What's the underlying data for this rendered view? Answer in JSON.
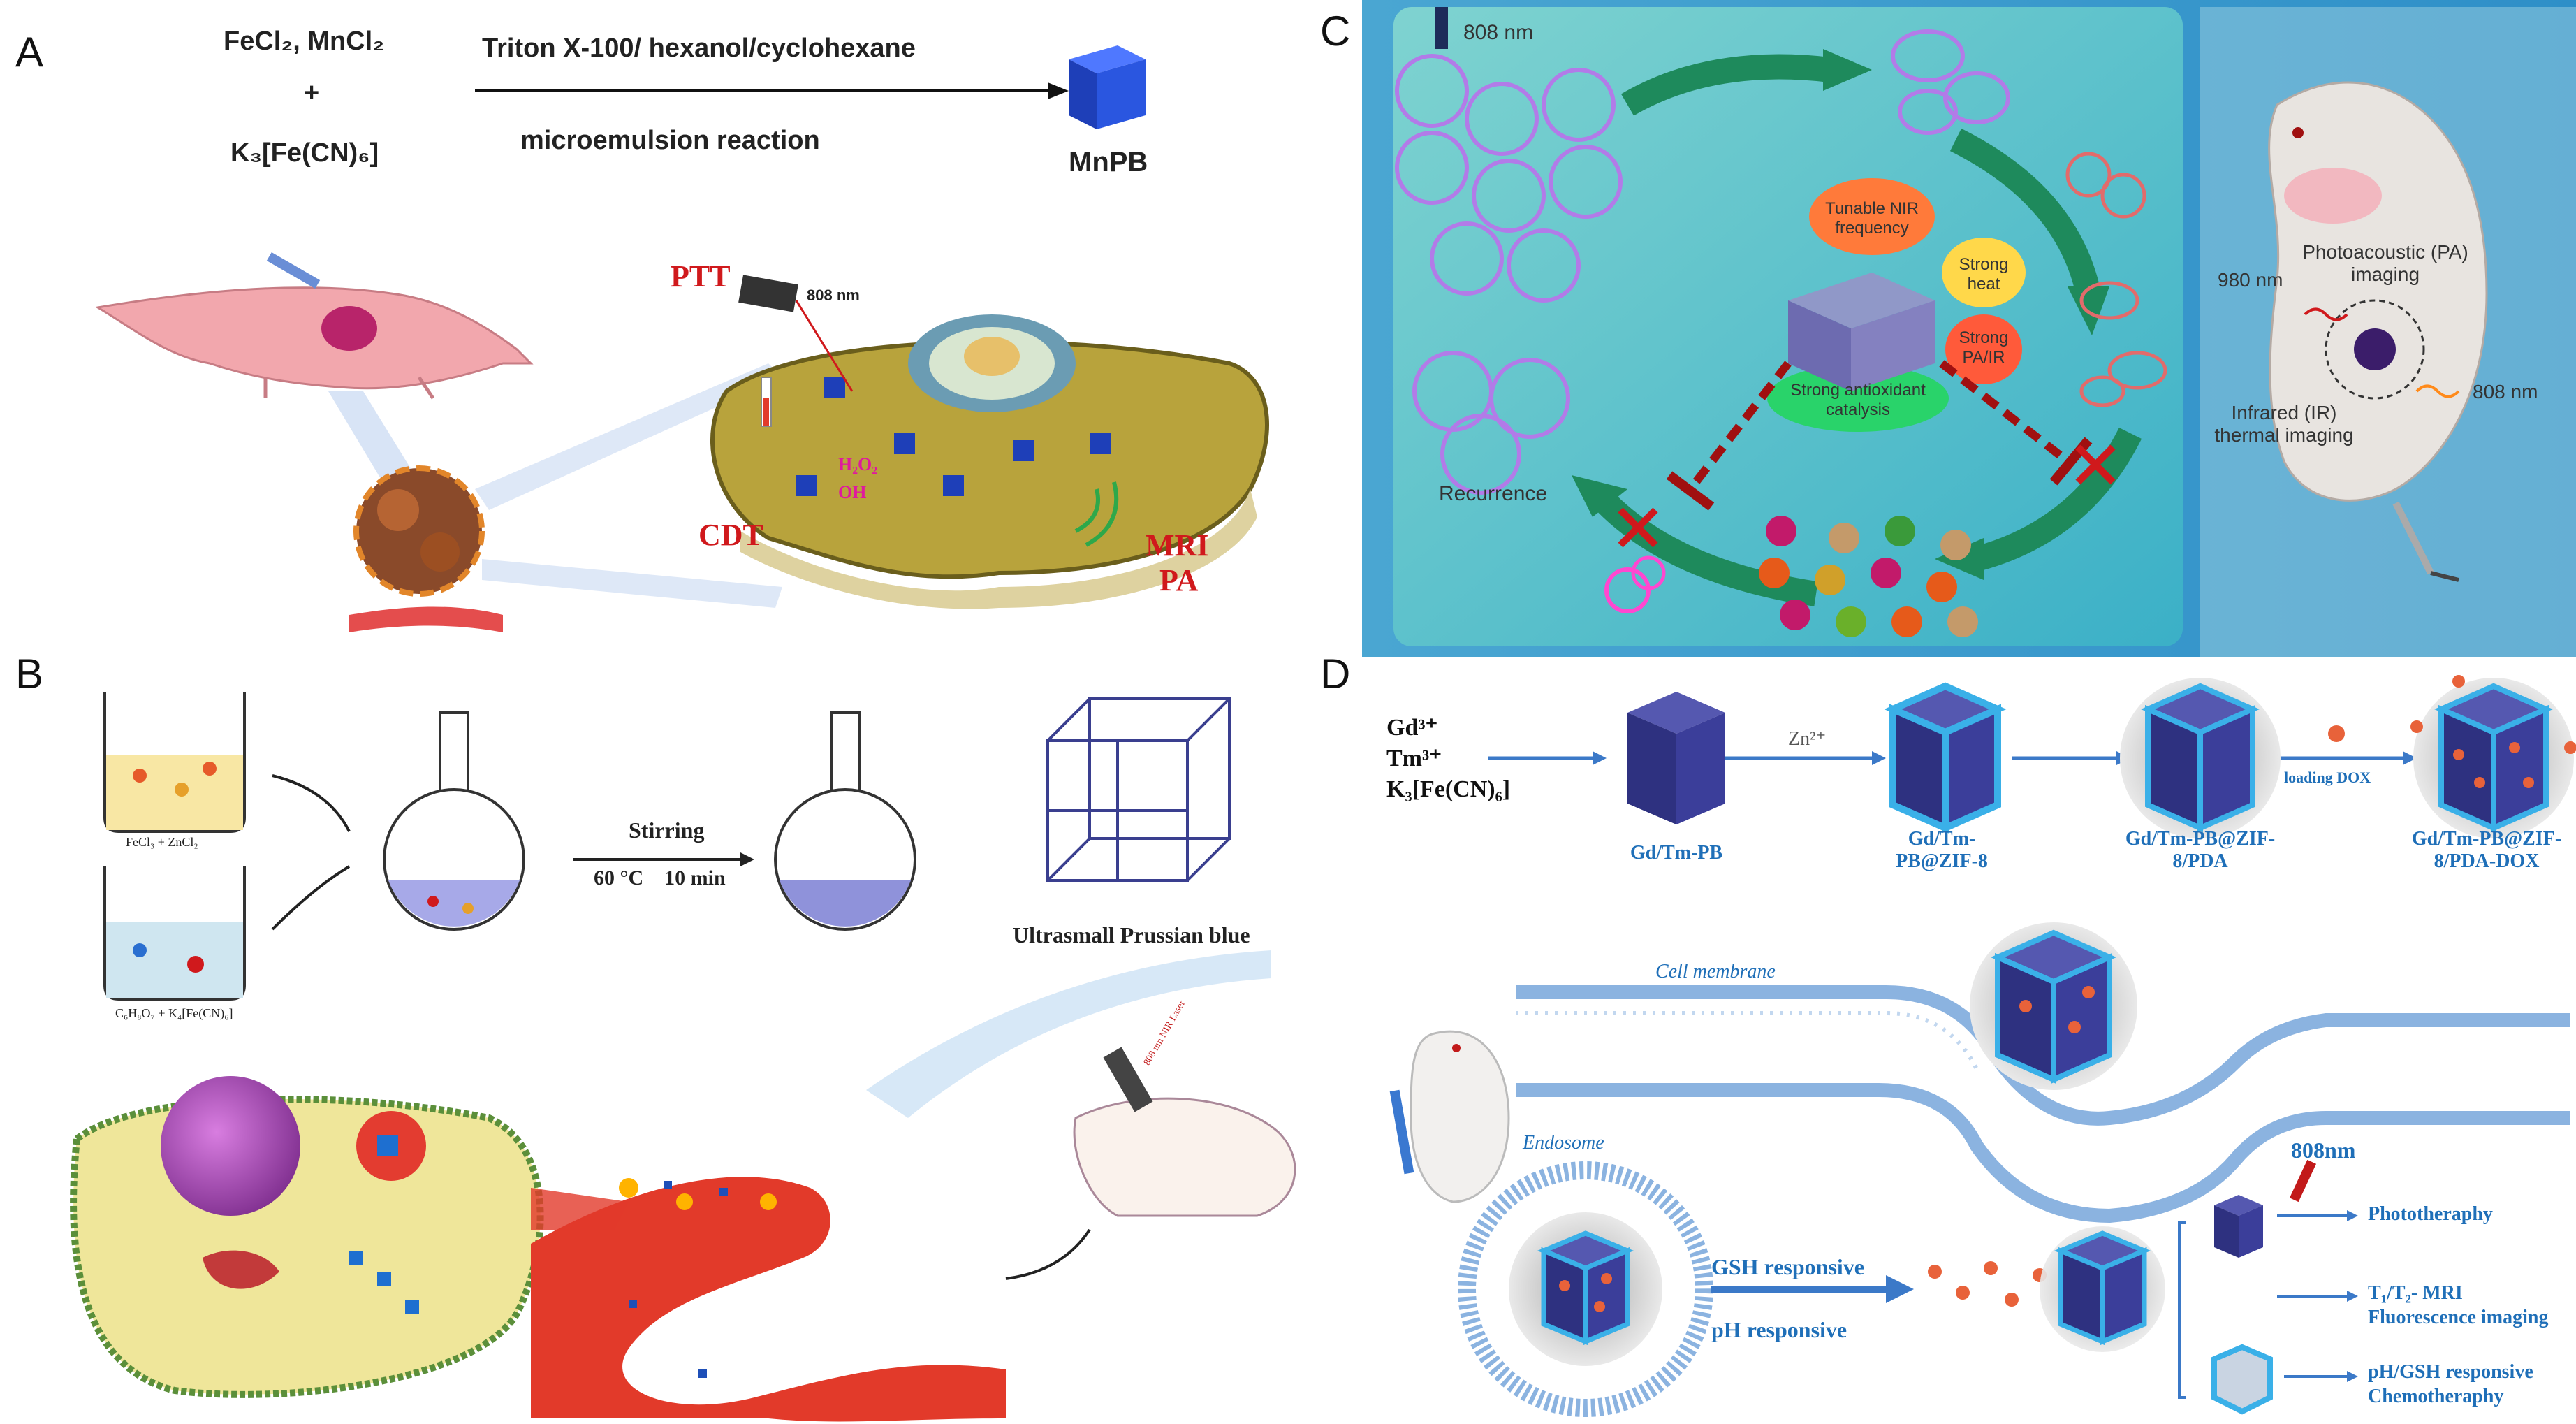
{
  "panels": {
    "A": "A",
    "B": "B",
    "C": "C",
    "D": "D"
  },
  "panel_a": {
    "reactants_line1": "FeCl₂, MnCl₂",
    "reactants_plus": "+",
    "reactants_line2": "K₃[Fe(CN)₆]",
    "arrow_top": "Triton X-100/ hexanol/cyclohexane",
    "arrow_bottom": "microemulsion reaction",
    "product": "MnPB",
    "laser": "808 nm",
    "ptt": "PTT",
    "cdt": "CDT",
    "h2o2": "H₂O₂",
    "oh": "OH",
    "mri": "MRI",
    "pa": "PA"
  },
  "panel_b": {
    "beaker1": "FeCl₃ + ZnCl₂",
    "beaker2": "C₆H₈O₇ + K₄[Fe(CN)₆]",
    "stirring": "Stirring",
    "conditions": "60 °C    10 min",
    "ultrasmall": "Ultrasmall Prussian blue",
    "nir_laser": "808 nm NIR Laser"
  },
  "panel_c": {
    "laser": "808 nm",
    "tunable": "Tunable NIR frequency",
    "heat": "Strong heat",
    "pair": "Strong PA/IR",
    "antioxidant": "Strong antioxidant catalysis",
    "recurrence": "Recurrence",
    "pa_imaging": "Photoacoustic (PA) imaging",
    "nm980": "980 nm",
    "nm808": "808 nm",
    "ir_imaging": "Infrared (IR) thermal imaging"
  },
  "panel_d": {
    "ions": [
      "Gd³⁺",
      "Tm³⁺",
      "K₃[Fe(CN)₆]"
    ],
    "zn": "Zn²⁺",
    "loading": "loading DOX",
    "labels": [
      "Gd/Tm-PB",
      "Gd/Tm-\nPB@ZIF-8",
      "Gd/Tm-PB@ZIF-\n8/PDA",
      "Gd/Tm-PB@ZIF-\n8/PDA-DOX"
    ],
    "cell_membrane": "Cell membrane",
    "endosome": "Endosome",
    "gsh": "GSH responsive",
    "ph": "pH responsive",
    "nm808": "808nm",
    "out1": "Phototheraphy",
    "out2a": "T₁/T₂- MRI",
    "out2b": "Fluorescence imaging",
    "out3a": "pH/GSH responsive",
    "out3b": "Chemotheraphy"
  },
  "colors": {
    "cube": "#2a4fd0",
    "d_cube": "#3b3e8f",
    "d_text": "#1f6fb8",
    "c_bg": "#5fc4c4",
    "red": "#d0191c"
  }
}
